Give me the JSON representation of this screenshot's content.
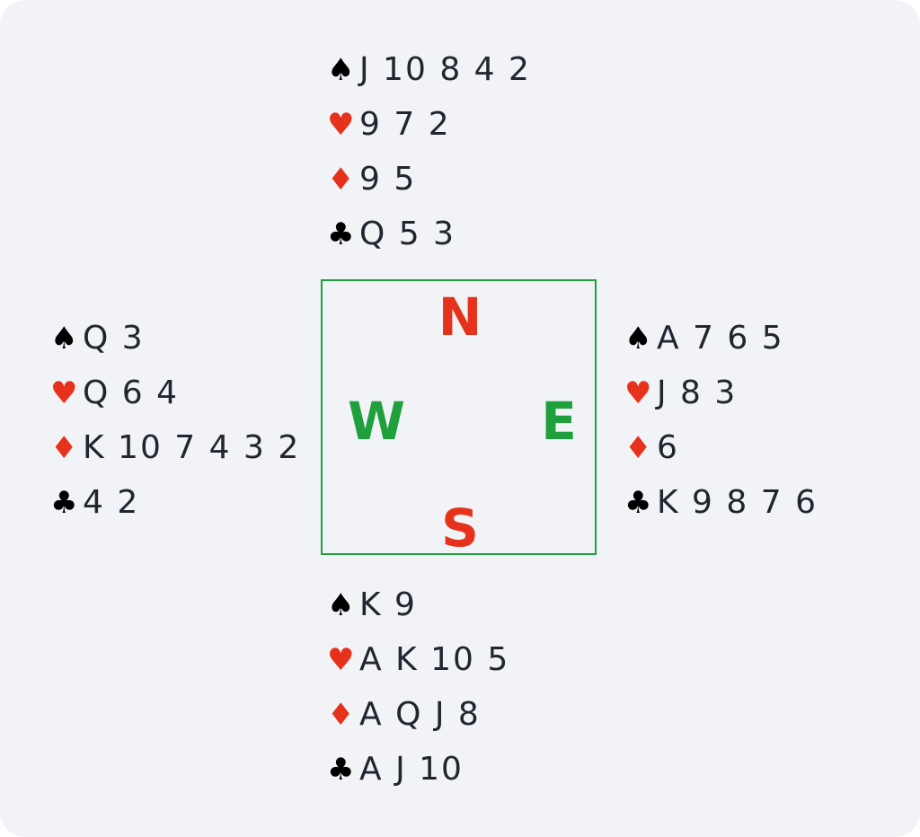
{
  "colors": {
    "background": "#f2f3f7",
    "text": "#22252f",
    "suit_black": "#000000",
    "suit_red": "#e6321c",
    "ns_letters": "#e6321c",
    "ew_letters": "#1fa03c",
    "compass_border": "#1fa03c"
  },
  "suits": {
    "spades": {
      "symbol": "♠",
      "color": "black",
      "icon": "spade-icon"
    },
    "hearts": {
      "symbol": "♥",
      "color": "red",
      "icon": "heart-icon"
    },
    "diamonds": {
      "symbol": "♦",
      "color": "red",
      "icon": "diamond-icon"
    },
    "clubs": {
      "symbol": "♣",
      "color": "black",
      "icon": "club-icon"
    }
  },
  "compass": {
    "north": "N",
    "south": "S",
    "west": "W",
    "east": "E"
  },
  "hands": {
    "north": {
      "spades": "J 10 8 4 2",
      "hearts": "9 7 2",
      "diamonds": "9 5",
      "clubs": "Q 5 3"
    },
    "west": {
      "spades": "Q 3",
      "hearts": "Q 6 4",
      "diamonds": "K 10 7 4 3 2",
      "clubs": "4 2"
    },
    "east": {
      "spades": "A 7 6 5",
      "hearts": "J 8 3",
      "diamonds": "6",
      "clubs": "K 9 8 7 6"
    },
    "south": {
      "spades": "K 9",
      "hearts": "A K 10 5",
      "diamonds": "A Q J 8",
      "clubs": "A J 10"
    }
  }
}
